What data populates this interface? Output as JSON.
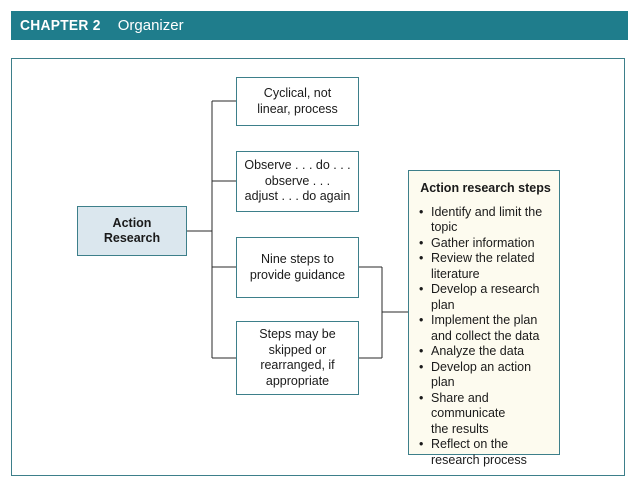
{
  "header": {
    "chapter": "CHAPTER 2",
    "title": "Organizer"
  },
  "root": {
    "label": "Action\nResearch"
  },
  "branches": [
    {
      "label": "Cyclical, not\nlinear, process"
    },
    {
      "label": "Observe . . . do . . .\nobserve . . .\nadjust . . . do again"
    },
    {
      "label": "Nine steps to\nprovide guidance"
    },
    {
      "label": "Steps may be\nskipped or\nrearranged, if\nappropriate"
    }
  ],
  "steps_box": {
    "title": "Action research steps",
    "items": [
      "Identify and limit the\ntopic",
      "Gather information",
      "Review the related\nliterature",
      "Develop a research\nplan",
      "Implement the plan\nand collect the data",
      "Analyze the data",
      "Develop an action plan",
      "Share and\ncommunicate\nthe results",
      "Reflect on the\nresearch process"
    ]
  },
  "colors": {
    "header_bg": "#1f7d8c",
    "border": "#3d7f8a",
    "root_fill": "#dbe7ee",
    "steps_fill": "#fdfbef"
  }
}
